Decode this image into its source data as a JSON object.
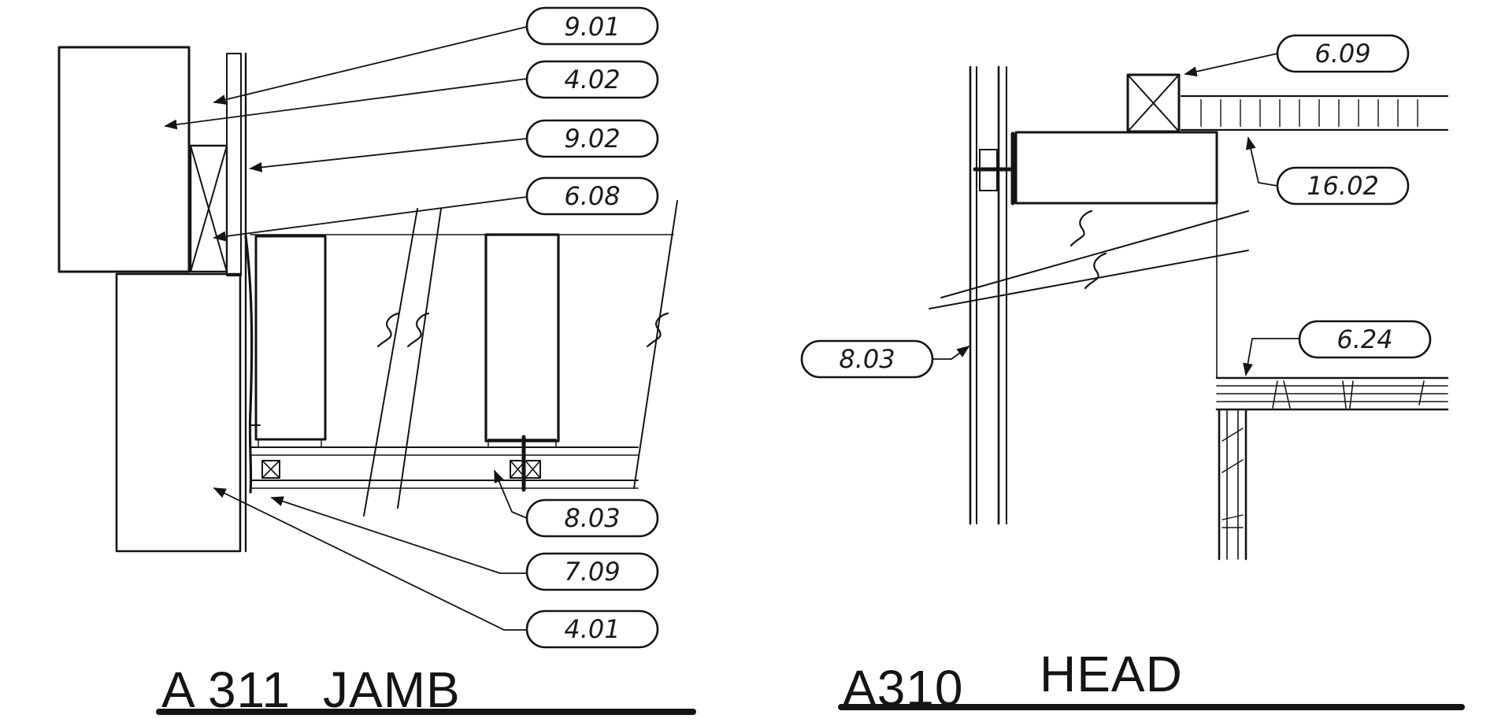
{
  "colors": {
    "ink": "#141414",
    "paper": "#ffffff"
  },
  "details": [
    {
      "id": "jamb",
      "number": "A 311",
      "name": "JAMB",
      "keynotes": [
        "9.01",
        "4.02",
        "9.02",
        "6.08",
        "8.03",
        "7.09",
        "4.01"
      ]
    },
    {
      "id": "head",
      "number": "A310",
      "name": "HEAD",
      "keynotes": [
        "6.09",
        "16.02",
        "8.03",
        "6.24"
      ]
    }
  ]
}
